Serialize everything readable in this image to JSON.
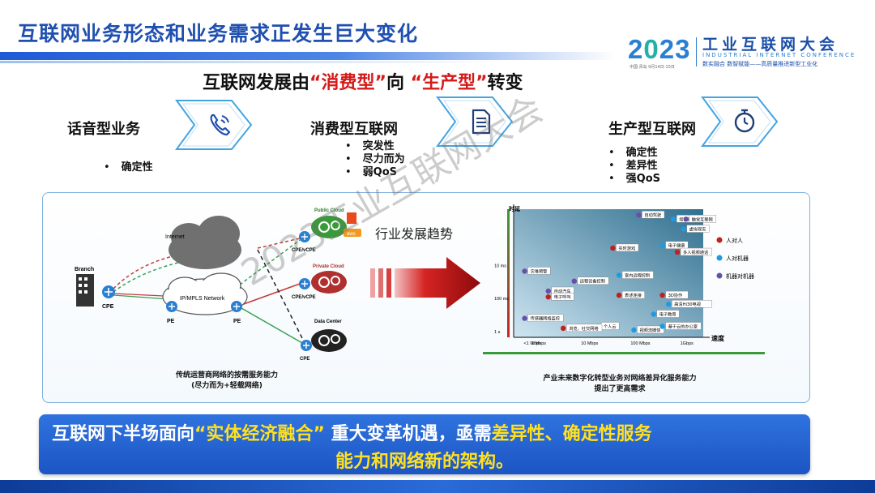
{
  "slide": {
    "title": "互联网业务形态和业务需求正发生巨大变化"
  },
  "logo": {
    "year_a": "2",
    "year_b": "0",
    "year_c": "23",
    "small_text": "中国·青岛   9月14日-15日",
    "cn_name": "工业互联网大会",
    "en_name": "INDUSTRIAL INTERNET CONFERENCE",
    "slogan": "数实融合  数智赋能——高质量推进新型工业化"
  },
  "headline": {
    "prefix": "互联网发展由",
    "term1": "“消费型”",
    "middle": "向",
    "term2": "“生产型”",
    "suffix": "转变"
  },
  "stages": [
    {
      "label": "话音型业务",
      "icon": "phone-icon",
      "bullets": [
        "确定性"
      ]
    },
    {
      "label": "消费型互联网",
      "icon": "document-icon",
      "bullets": [
        "突发性",
        "尽力而为",
        "弱QoS"
      ]
    },
    {
      "label": "生产型互联网",
      "icon": "stopwatch-icon",
      "bullets": [
        "确定性",
        "差异性",
        "强QoS"
      ]
    }
  ],
  "network_diagram": {
    "labels": {
      "branch": "Branch",
      "cpe_left": "CPE",
      "internet": "Internet",
      "mpls": "IP/MPLS Network",
      "pe1": "PE",
      "pe2": "PE",
      "public_cloud": "Public Cloud",
      "cpe_vcpe_1": "CPE/vCPE",
      "private_cloud": "Private Cloud",
      "cpe_vcpe_2": "CPE/vCPE",
      "data_center": "Data Center",
      "cpe_dc": "CPE",
      "aws": "aws"
    },
    "caption_line1": "传统运营商网络的按需服务能力",
    "caption_line2": "(尽力而为+轻载网络)"
  },
  "trend_label": "行业发展趋势",
  "chart_data": {
    "type": "scatter",
    "title": "",
    "xlabel": "速度",
    "ylabel": "时延",
    "x_categories": [
      "<1 Mbps",
      "1 Mbps",
      "10 Mbps",
      "100 Mbps",
      "1Gbps"
    ],
    "y_ticks": [
      "1 s",
      "100 ms",
      "10 ms"
    ],
    "legend": [
      {
        "name": "人对人",
        "color": "#c0201e"
      },
      {
        "name": "人对机器",
        "color": "#1e9be0"
      },
      {
        "name": "机器对机器",
        "color": "#6a4fa8"
      }
    ],
    "items": [
      {
        "label": "自动驾驶",
        "x": 100,
        "y": 0.3,
        "color": "#6a4fa8"
      },
      {
        "label": "增强现实",
        "x": 500,
        "y": 0.4,
        "color": "#1e9be0"
      },
      {
        "label": "触觉互联网",
        "x": 900,
        "y": 0.4,
        "color": "#6a4fa8"
      },
      {
        "label": "虚拟现实",
        "x": 800,
        "y": 0.8,
        "color": "#1e9be0"
      },
      {
        "label": "实时游戏",
        "x": 30,
        "y": 3,
        "color": "#c0201e"
      },
      {
        "label": "电子健康",
        "x": 300,
        "y": 2.5,
        "color": "#1e9be0"
      },
      {
        "label": "多人视频通话",
        "x": 600,
        "y": 4,
        "color": "#c0201e"
      },
      {
        "label": "灾难预警",
        "x": 0.5,
        "y": 15,
        "color": "#6a4fa8"
      },
      {
        "label": "室内远程控制",
        "x": 40,
        "y": 20,
        "color": "#1e9be0"
      },
      {
        "label": "远程设备控制",
        "x": 5,
        "y": 30,
        "color": "#6a4fa8"
      },
      {
        "label": "自动汽车",
        "x": 1.5,
        "y": 60,
        "color": "#6a4fa8"
      },
      {
        "label": "电子呼叫",
        "x": 1.5,
        "y": 90,
        "color": "#c0201e"
      },
      {
        "label": "表述连接",
        "x": 40,
        "y": 80,
        "color": "#c0201e"
      },
      {
        "label": "3D协作",
        "x": 300,
        "y": 80,
        "color": "#c0201e"
      },
      {
        "label": "高清Hi30电视",
        "x": 400,
        "y": 150,
        "color": "#1e9be0"
      },
      {
        "label": "电子教育",
        "x": 200,
        "y": 300,
        "color": "#1e9be0"
      },
      {
        "label": "传感器网络监控",
        "x": 0.5,
        "y": 400,
        "color": "#6a4fa8"
      },
      {
        "label": "个人云",
        "x": 15,
        "y": 700,
        "color": "#1e9be0"
      },
      {
        "label": "浏览，社交网络",
        "x": 3,
        "y": 800,
        "color": "#c0201e"
      },
      {
        "label": "视频流媒体",
        "x": 80,
        "y": 900,
        "color": "#1e9be0"
      },
      {
        "label": "基于云的办公室",
        "x": 300,
        "y": 700,
        "color": "#1e9be0"
      }
    ],
    "caption_line1": "产业未来数字化转型业务对网络差异化服务能力",
    "caption_line2": "提出了更高需求"
  },
  "banner": {
    "line1_a": "互联网下半场面向",
    "line1_b": "“实体经济融合”",
    "line1_c": " 重大变革机遇，亟需",
    "line1_d": "差异性、确定性服务",
    "line2": "能力和网络新的架构。"
  },
  "watermark": "2023工业互联网大会",
  "colors": {
    "title_blue": "#1f4fb0",
    "red_accent": "#d51a1a",
    "banner_blue": "#1f5fcf",
    "banner_yellow": "#ffe020"
  }
}
